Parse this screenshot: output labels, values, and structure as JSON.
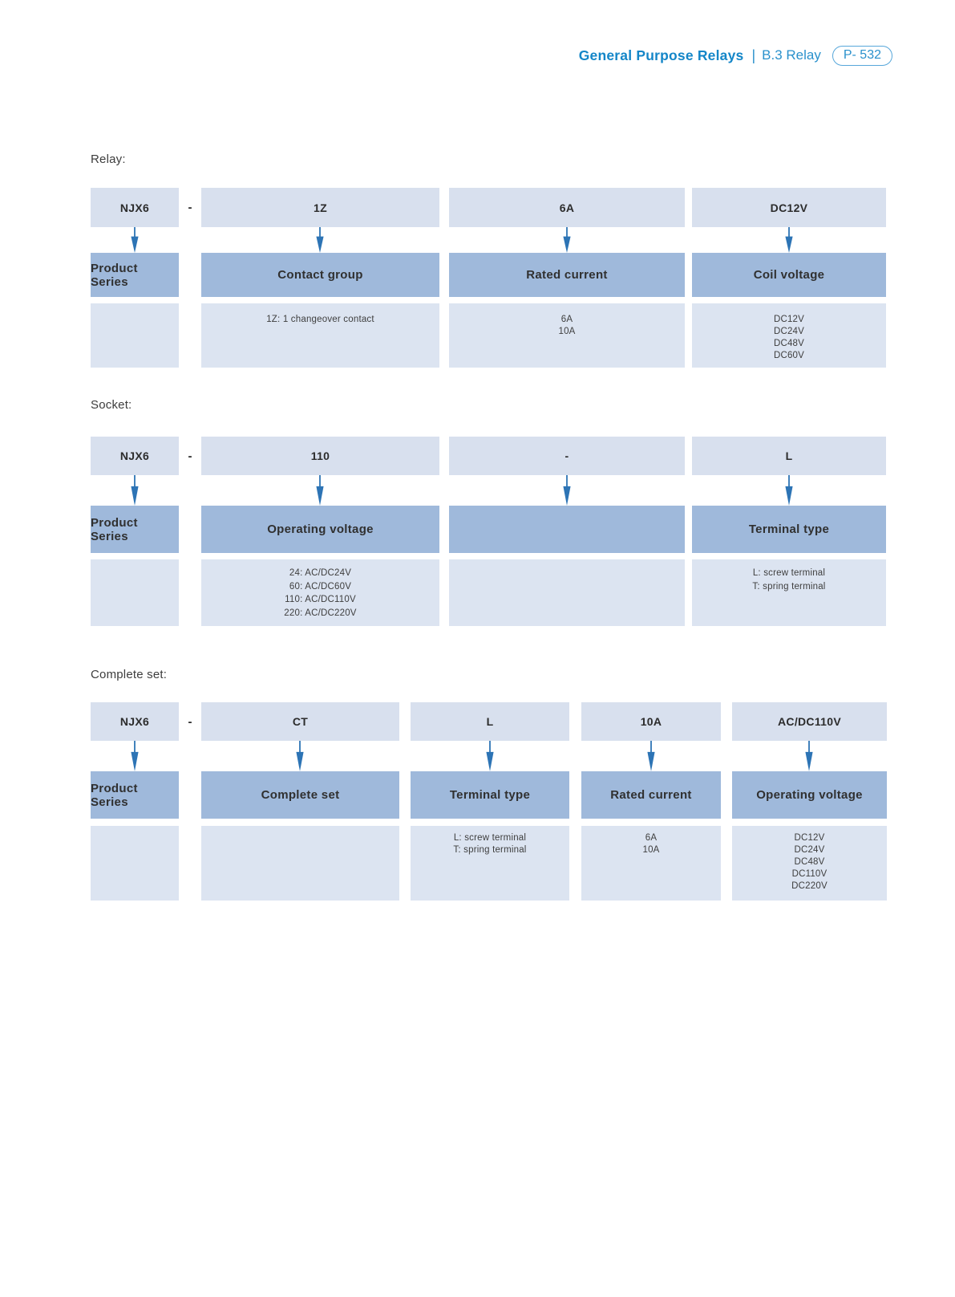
{
  "header": {
    "title": "General Purpose Relays",
    "divider": "|",
    "subtitle": "B.3 Relay",
    "page_ref": "P- 532"
  },
  "colors": {
    "accent_blue": "#1486c8",
    "accent_blue_light": "#2a91cc",
    "code_box_bg": "#d8e0ee",
    "label_box_bg": "#9fb9db",
    "desc_box_bg": "#dce4f1",
    "arrow_blue": "#2d74b5"
  },
  "sections": [
    {
      "label": "Relay:",
      "dash": "-",
      "columns": [
        {
          "code": "NJX6",
          "label": "Product Series",
          "desc": ""
        },
        {
          "code": "1Z",
          "label": "Contact group",
          "desc": "1Z: 1 changeover contact"
        },
        {
          "code": "6A",
          "label": "Rated current",
          "desc": "6A\n10A"
        },
        {
          "code": "DC12V",
          "label": "Coil voltage",
          "desc": "DC12V\nDC24V\nDC48V\nDC60V"
        }
      ]
    },
    {
      "label": "Socket:",
      "dash": "-",
      "columns": [
        {
          "code": "NJX6",
          "label": "Product Series",
          "desc": ""
        },
        {
          "code": "110",
          "label": "Operating voltage",
          "desc": "24: AC/DC24V\n60: AC/DC60V\n110: AC/DC110V\n220: AC/DC220V"
        },
        {
          "code": "-",
          "label": "",
          "desc": ""
        },
        {
          "code": "L",
          "label": "Terminal type",
          "desc": "L: screw terminal\nT: spring terminal"
        }
      ]
    },
    {
      "label": "Complete set:",
      "dash": "-",
      "columns": [
        {
          "code": "NJX6",
          "label": "Product Series",
          "desc": ""
        },
        {
          "code": "CT",
          "label": "Complete set",
          "desc": ""
        },
        {
          "code": "L",
          "label": "Terminal type",
          "desc": "L: screw terminal\nT: spring terminal"
        },
        {
          "code": "10A",
          "label": "Rated current",
          "desc": "6A\n10A"
        },
        {
          "code": "AC/DC110V",
          "label": "Operating voltage",
          "desc": "DC12V\nDC24V\nDC48V\nDC110V\nDC220V"
        }
      ]
    }
  ]
}
